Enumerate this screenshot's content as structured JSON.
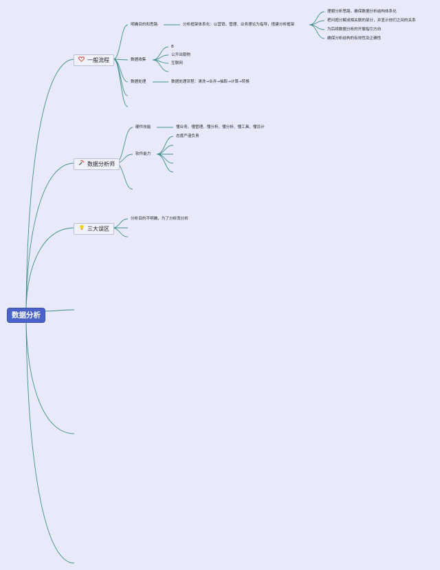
{
  "root": {
    "label": "数据分析"
  },
  "colors": {
    "background": "#e8eafb",
    "root_fill": "#4a63c9",
    "link": "#3f8f8a",
    "accent_red": "#e0453a",
    "accent_yellow": "#f2d21b"
  },
  "branches": [
    {
      "label": "一般流程",
      "icon": "heart-icon",
      "children": [
        {
          "label": "明确目的和思路",
          "children": [
            {
              "label": "分析框架体系化：以营销、管理、业务理论为指导，搭建分析框架",
              "children": [
                {
                  "label": "理顺分析思路，确保数据分析结构体系化"
                },
                {
                  "label": "把问题分解成相关联的部分，并显示他们之间的关系"
                },
                {
                  "label": "为后续数据分析的开展指引方向"
                },
                {
                  "label": "确保分析结构的有效性及正确性"
                }
              ]
            }
          ]
        },
        {
          "label": "数据收集",
          "children": [
            {
              "label": "B"
            },
            {
              "label": "公开出版物"
            },
            {
              "label": "互联网"
            },
            {
              "label": ""
            }
          ]
        },
        {
          "label": "数据处理",
          "children": [
            {
              "label": "数据处理流程：清洗→合并→抽取→计算→转换"
            }
          ]
        },
        {
          "label": ""
        },
        {
          "label": ""
        }
      ]
    },
    {
      "label": "数据分析师",
      "icon": "pickaxe-icon",
      "children": [
        {
          "label": "硬件技能",
          "children": [
            {
              "label": "懂业务、懂管理、懂分析、懂分析、懂工具、懂设计"
            }
          ]
        },
        {
          "label": "软件能力",
          "children": [
            {
              "label": "态度严谨负责"
            },
            {
              "label": ""
            },
            {
              "label": ""
            },
            {
              "label": ""
            },
            {
              "label": ""
            }
          ]
        },
        {
          "label": ""
        }
      ]
    },
    {
      "label": "三大误区",
      "icon": "lightbulb-icon",
      "children": [
        {
          "label": "分析目的不明确，为了分析而分析"
        },
        {
          "label": ""
        },
        {
          "label": ""
        }
      ]
    },
    {
      "label": ""
    },
    {
      "label": ""
    },
    {
      "label": ""
    }
  ]
}
